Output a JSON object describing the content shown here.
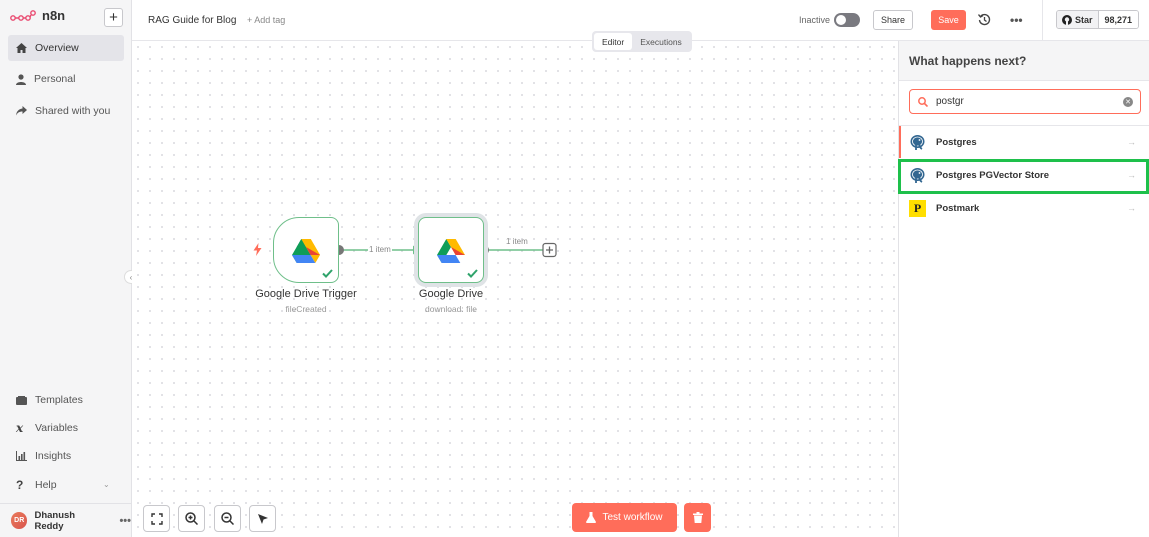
{
  "app": {
    "name": "n8n"
  },
  "sidebar": {
    "top_items": [
      {
        "label": "Overview",
        "icon": "home-icon",
        "active": true
      },
      {
        "label": "Personal",
        "icon": "user-icon"
      },
      {
        "label": "Shared with you",
        "icon": "share-icon"
      }
    ],
    "bottom_items": [
      {
        "label": "Templates",
        "icon": "templates-icon"
      },
      {
        "label": "Variables",
        "icon": "variables-icon"
      },
      {
        "label": "Insights",
        "icon": "insights-icon"
      },
      {
        "label": "Help",
        "icon": "help-icon"
      }
    ],
    "user": {
      "initials": "DR",
      "name": "Dhanush Reddy"
    }
  },
  "header": {
    "workflow_title": "RAG Guide for Blog",
    "add_tag": "+ Add tag",
    "status_label": "Inactive",
    "share_label": "Share",
    "save_label": "Save",
    "github": {
      "star_label": "Star",
      "count": "98,271"
    }
  },
  "tabs": [
    {
      "label": "Editor",
      "active": true
    },
    {
      "label": "Executions"
    }
  ],
  "canvas": {
    "nodes": [
      {
        "name": "Google Drive Trigger",
        "subtitle": "fileCreated"
      },
      {
        "name": "Google Drive",
        "subtitle": "download: file"
      }
    ],
    "connection_labels": [
      "1 item",
      "1 item"
    ],
    "test_button_label": "Test workflow"
  },
  "panel": {
    "title": "What happens next?",
    "search_value": "postgr",
    "results": [
      {
        "label": "Postgres",
        "icon": "postgres-icon"
      },
      {
        "label": "Postgres PGVector Store",
        "icon": "postgres-icon"
      },
      {
        "label": "Postmark",
        "icon": "postmark-icon",
        "icon_letter": "P"
      }
    ]
  },
  "colors": {
    "accent": "#ff6d5a",
    "success": "#6fbf8a",
    "highlight": "#1ec04b"
  }
}
